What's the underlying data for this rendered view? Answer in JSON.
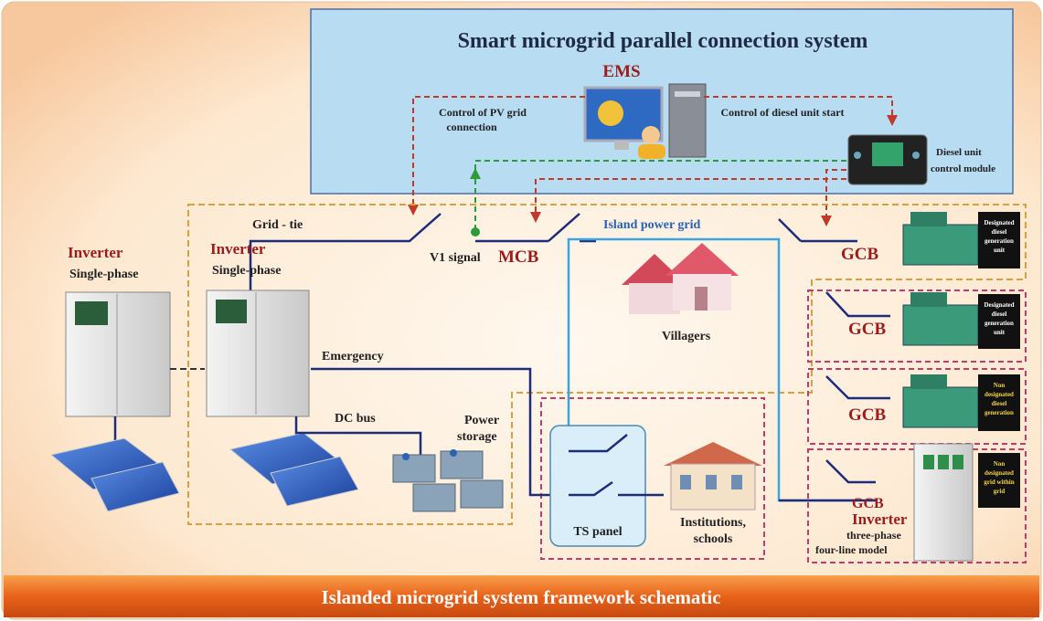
{
  "top_title": "Smart microgrid parallel connection system",
  "ems": "EMS",
  "pv_control": [
    "Control of PV grid",
    "connection"
  ],
  "diesel_start": "Control of diesel unit start",
  "diesel_module": [
    "Diesel unit",
    "control module"
  ],
  "grid_tie": "Grid - tie",
  "v1_signal": "V1 signal",
  "mcb": "MCB",
  "island_grid": "Island power grid",
  "villagers": "Villagers",
  "inverter": "Inverter",
  "single_phase": "Single-phase",
  "emergency": "Emergency",
  "dc_bus": "DC bus",
  "power_storage": [
    "Power",
    "storage"
  ],
  "ts_panel": "TS panel",
  "institutions": [
    "Institutions,",
    "schools"
  ],
  "gcb": "GCB",
  "gen_designated": [
    "Designated",
    "diesel",
    "generation",
    "unit"
  ],
  "gen_non_designated": [
    "Non",
    "designated",
    "diesel",
    "generation"
  ],
  "grid_non_designated": [
    "Non",
    "designated",
    "grid within",
    "grid"
  ],
  "inverter3": "Inverter",
  "three_phase": [
    "three-phase",
    "four-line model"
  ],
  "bottom_title": "Islanded microgrid system framework schematic",
  "colors": {
    "accent_red": "#9b1c1c",
    "grid_blue": "#2a62b4",
    "bus_navy": "#1f2c7a",
    "signal_red": "#c0392b",
    "signal_green": "#2e9b3a",
    "frame_orange": "#d9a040",
    "frame_pink": "#c23a6e",
    "banner_orange": "#e86a17"
  }
}
